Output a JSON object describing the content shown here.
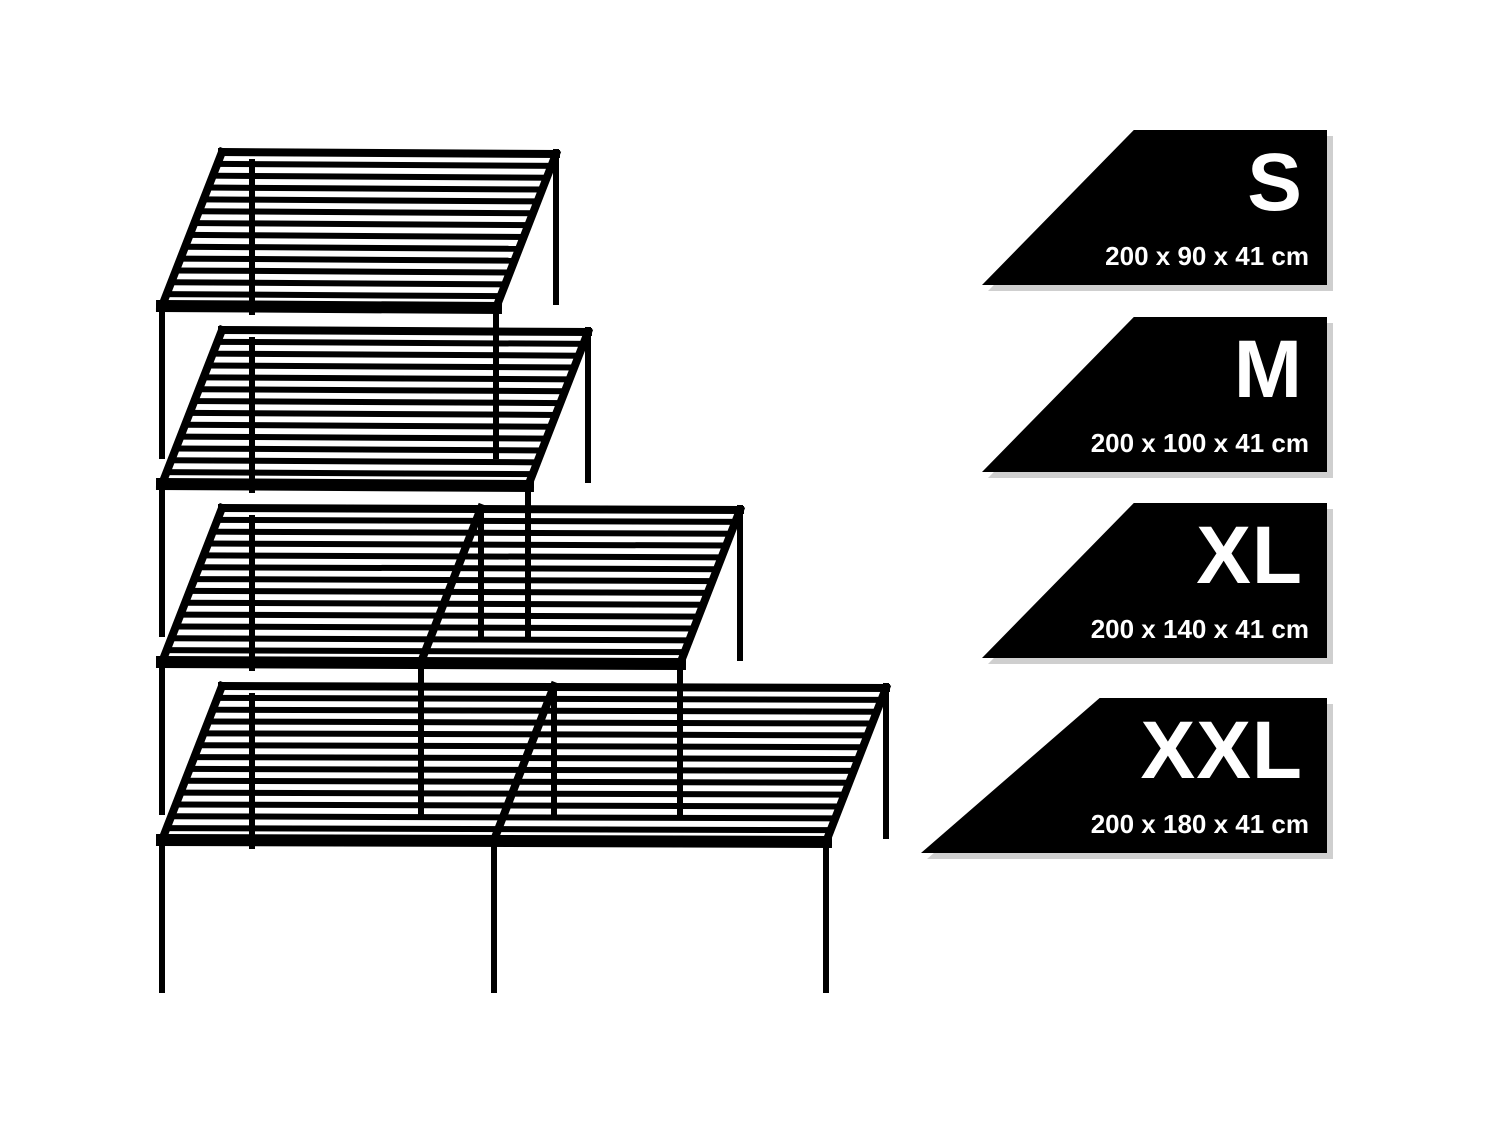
{
  "frames": [
    {
      "size": "S",
      "dimensions": "200 x 90 x 41 cm"
    },
    {
      "size": "M",
      "dimensions": "200 x 100 x 41 cm"
    },
    {
      "size": "XL",
      "dimensions": "200 x 140 x 41 cm"
    },
    {
      "size": "XXL",
      "dimensions": "200 x 180 x 41 cm"
    }
  ],
  "colors": {
    "frame": "#000000",
    "badge": "#000000",
    "badge_text": "#ffffff",
    "background": "#ffffff"
  }
}
